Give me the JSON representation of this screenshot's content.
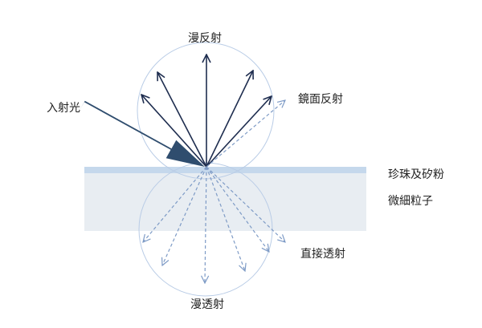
{
  "labels": {
    "diffuse_reflection": "漫反射",
    "specular_reflection": "鏡面反射",
    "incident_light": "入射光",
    "particles_line1": "珍珠及矽粉",
    "particles_line2": "微細粒子",
    "direct_transmission": "直接透射",
    "diffuse_transmission": "漫透射"
  },
  "colors": {
    "arrow": "#1e2d4f",
    "incident_arrow": "#2f4d6e",
    "dashed_arrow": "#7e9bc6",
    "circle": "#b9cce6",
    "surface_band": "#c5d8ec",
    "medium": "#e8edf2"
  },
  "icons": {
    "incident": "thick-arrow",
    "reflected": "solid-arrow",
    "transmitted": "dashed-arrow"
  }
}
